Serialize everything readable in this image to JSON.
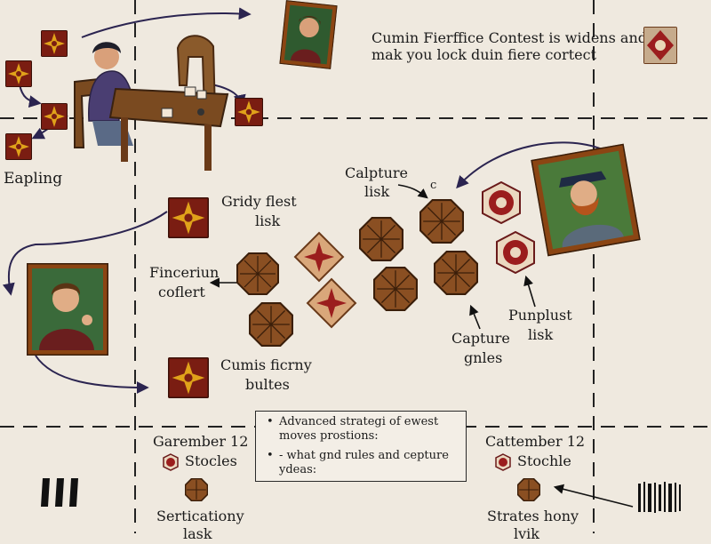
{
  "header": {
    "title_line1": "Cumin Fierffice Contest is widens and",
    "title_line2": "mak you lock duin fiere cortect"
  },
  "labels": {
    "left_label": "Eapling",
    "gridy_line1": "Gridy flest",
    "gridy_line2": "lisk",
    "capture_top_line1": "Calpture",
    "capture_top_line2": "lisk",
    "capture_top_mark": "c",
    "financier_line1": "Finceriun",
    "financier_line2": "coflert",
    "cumis_line1": "Cumis ficrny",
    "cumis_line2": "bultes",
    "capture_bottom_line1": "Capture",
    "capture_bottom_line2": "gnles",
    "punplust_line1": "Punplust",
    "punplust_line2": "lisk"
  },
  "notes": {
    "items": [
      "Advanced strategi of ewest moves prostions:",
      "- what gnd rules and cepture ydeas:"
    ]
  },
  "footer_left": {
    "date": "Garember 12",
    "label": "Stocles",
    "caption_line1": "Serticationy",
    "caption_line2": "lask"
  },
  "footer_right": {
    "date": "Cattember 12",
    "label": "Stochle",
    "caption_line1": "Strates hony",
    "caption_line2": "lvik"
  },
  "icons": [
    "quote-mark-icon",
    "barcode-icon",
    "arrow-icon"
  ],
  "colors": {
    "background": "#efe9df",
    "grid_line": "#222222",
    "arrow": "#2b2450",
    "piece_brown": "#8a4f22",
    "tile_red": "#9b1d1d"
  }
}
